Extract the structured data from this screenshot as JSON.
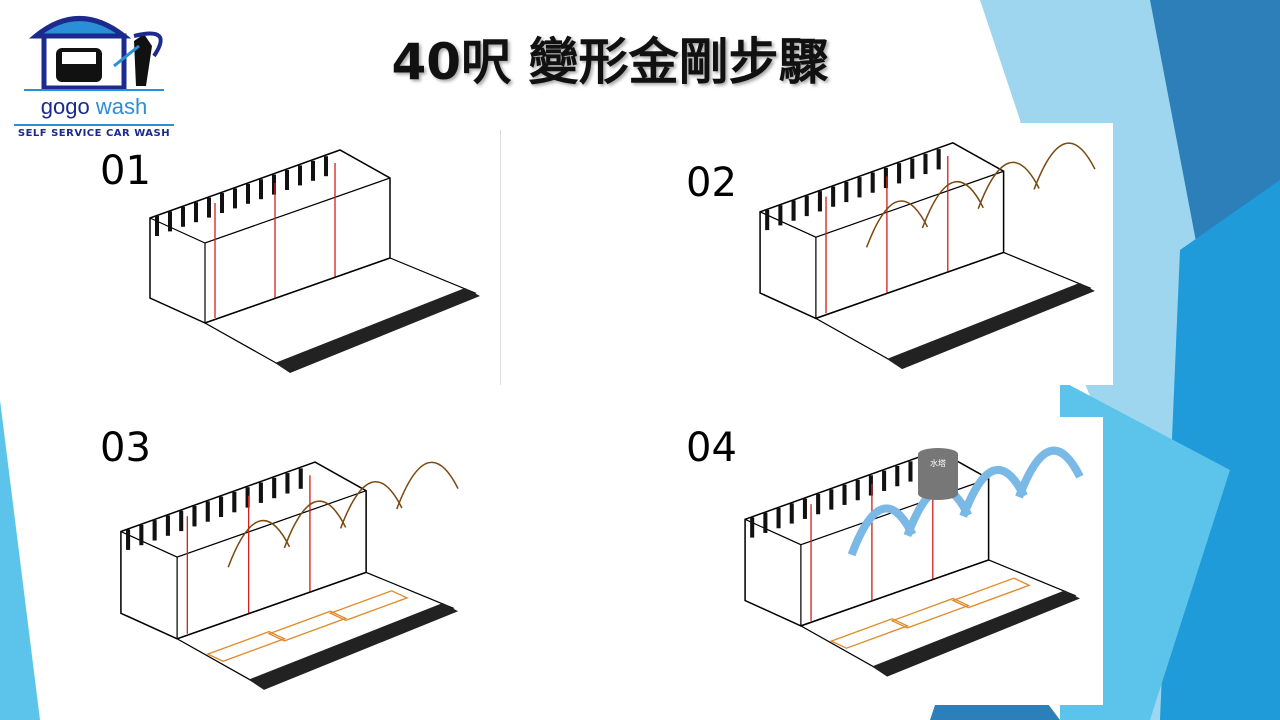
{
  "slide": {
    "title": "40呎 變形金剛步驟"
  },
  "logo": {
    "name_a": "gogo",
    "name_b": " wash",
    "tagline": "SELF SERVICE CAR WASH"
  },
  "steps": [
    {
      "number": "01"
    },
    {
      "number": "02"
    },
    {
      "number": "03"
    },
    {
      "number": "04",
      "water_tower_label": "水塔"
    }
  ],
  "colors": {
    "accent": "#2a8fd6",
    "frame_red": "#d42020",
    "roof_blue": "#7ab8e6"
  }
}
